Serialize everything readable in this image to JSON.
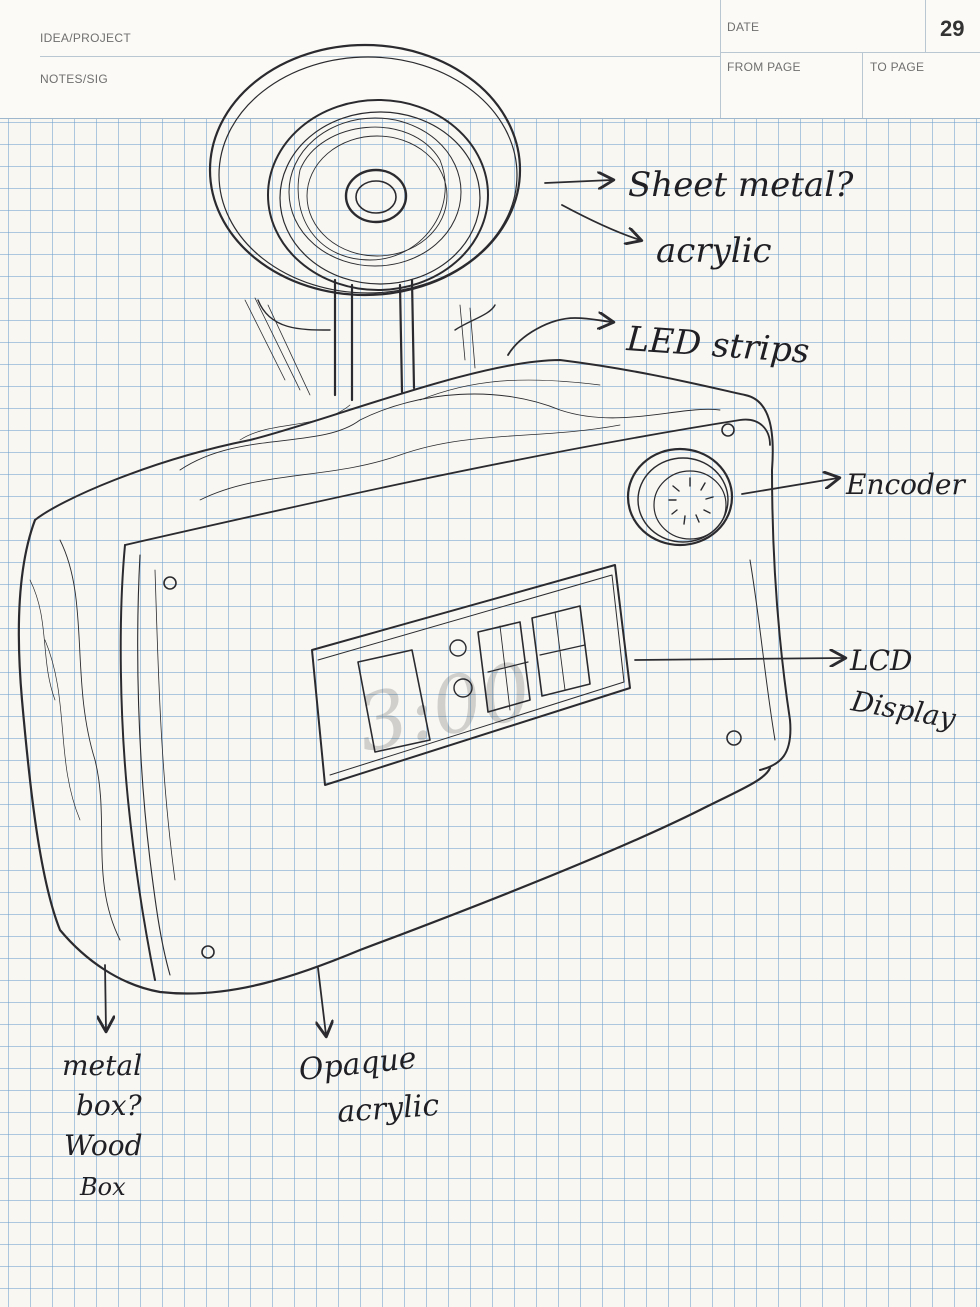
{
  "header": {
    "idea_project_label": "IDEA/PROJECT",
    "notes_sig_label": "NOTES/SIG",
    "date_label": "DATE",
    "from_page_label": "FROM PAGE",
    "to_page_label": "TO PAGE",
    "page_number": "29"
  },
  "annotations": {
    "sheet_metal": "Sheet metal?",
    "acrylic_top": "acrylic",
    "led_strips": "LED strips",
    "encoder": "Encoder",
    "lcd_display_line1": "LCD",
    "lcd_display_line2": "Display",
    "metal_box_line1": "metal",
    "metal_box_line2": "box?",
    "wood_box_line1": "Wood",
    "wood_box_line2": "Box",
    "opaque_acrylic_line1": "Opaque",
    "opaque_acrylic_line2": "acrylic"
  },
  "display": {
    "digits": "3:00"
  },
  "colors": {
    "ink": "#2b2b2f",
    "grid": "#6ea0cd",
    "paper": "#f8f7f2"
  }
}
